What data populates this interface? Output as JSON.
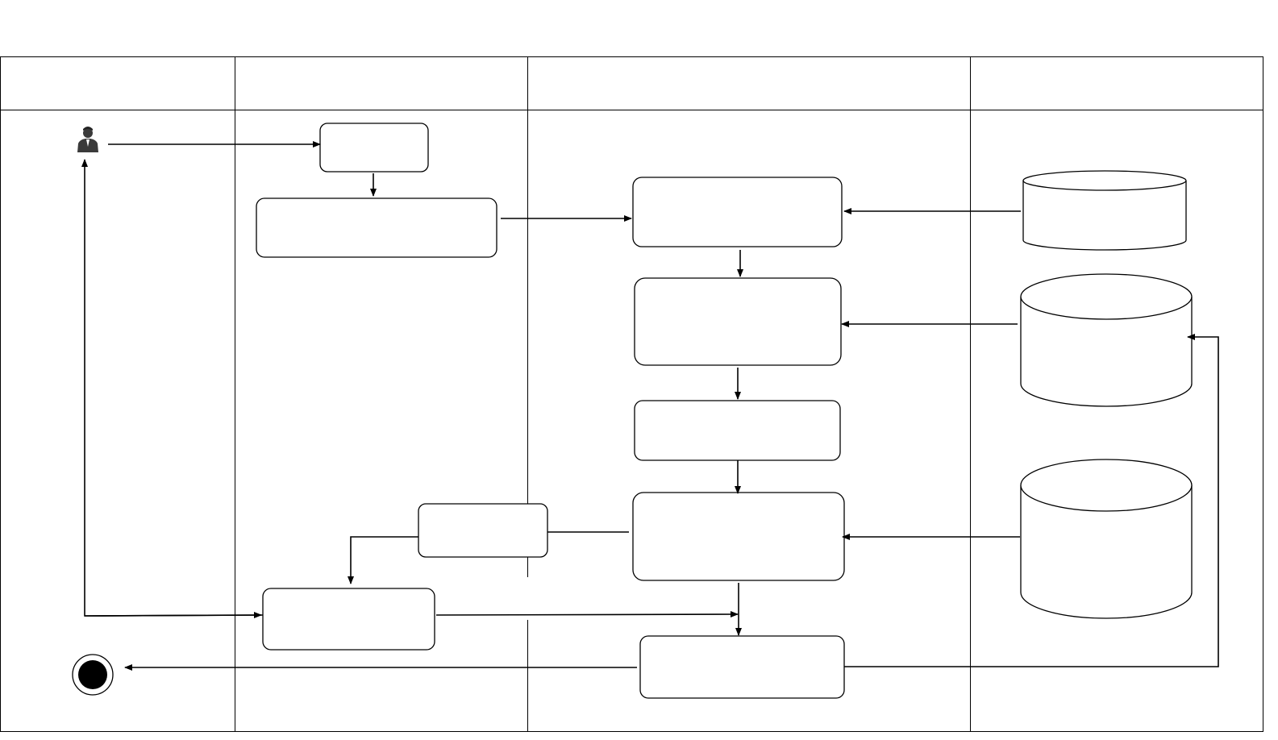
{
  "diagram": {
    "lanes": [
      {
        "id": "lane-1",
        "header": ""
      },
      {
        "id": "lane-2",
        "header": ""
      },
      {
        "id": "lane-3",
        "header": ""
      },
      {
        "id": "lane-4",
        "header": ""
      }
    ],
    "actor": {
      "icon": "user-icon"
    },
    "end_node": {
      "icon": "final-node-icon"
    },
    "nodes": [
      {
        "id": "start-box",
        "label": ""
      },
      {
        "id": "request-box",
        "label": ""
      },
      {
        "id": "process-box-1",
        "label": ""
      },
      {
        "id": "process-box-2",
        "label": ""
      },
      {
        "id": "process-box-3",
        "label": ""
      },
      {
        "id": "process-box-4",
        "label": ""
      },
      {
        "id": "decision-box",
        "label": ""
      },
      {
        "id": "response-box",
        "label": ""
      },
      {
        "id": "final-box",
        "label": ""
      }
    ],
    "databases": [
      {
        "id": "database-1",
        "label": ""
      },
      {
        "id": "database-2",
        "label": ""
      },
      {
        "id": "database-3",
        "label": ""
      }
    ],
    "colors": {
      "stroke": "#000000",
      "fill": "#ffffff",
      "icon": "#3a3a3a"
    }
  }
}
